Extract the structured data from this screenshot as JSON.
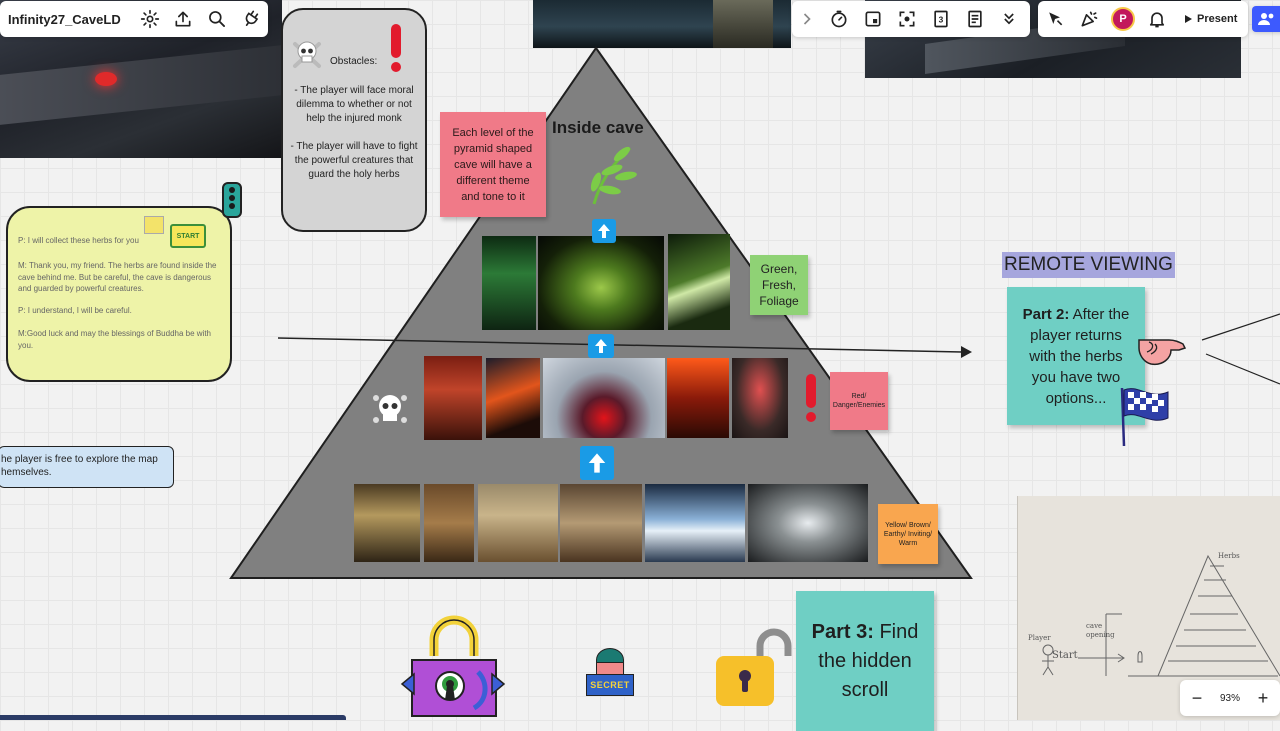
{
  "board": {
    "title": "Infinity27_CaveLD",
    "present_label": "Present",
    "avatar_initial": "P",
    "zoom_level": "93%",
    "zoom_out_label": "−",
    "zoom_in_label": "+"
  },
  "obstacles": {
    "heading": "Obstacles:",
    "point_1": "- The player will face moral dilemma to whether or not help the injured monk",
    "point_2": "- The player will have to fight the powerful creatures that guard the holy herbs"
  },
  "dialogue": {
    "line_1": "P: I will collect these herbs for you",
    "line_2": "M: Thank you, my friend. The herbs are found inside the cave behind me. But be careful, the cave is dangerous and guarded by powerful creatures.",
    "line_3": "P: I understand, I will be careful.",
    "line_4": "M:Good luck and may the blessings of Buddha be with you.",
    "start_flag": "START"
  },
  "explore_note": {
    "text": "he player is free to explore the map\nhemselves."
  },
  "pyramid": {
    "title": "Inside cave",
    "pink_note": "Each level of the pyramid shaped cave will have a different theme and tone to it",
    "green_note": "Green, Fresh, Foliage",
    "red_note": "Red/ Danger/Enemies",
    "orange_note": "Yellow/ Brown/ Earthy/ Inviting/ Warm"
  },
  "remote": {
    "title": "REMOTE VIEWING",
    "part2_bold": "Part 2:",
    "part2_text": " After the player returns with the herbs you have two options..."
  },
  "part3": {
    "bold": "Part 3:",
    "text": " Find the hidden scroll"
  },
  "sketch": {
    "label_herbs": "Herbs",
    "label_cave_opening": "cave opening",
    "label_start": "Start",
    "label_player": "Player"
  },
  "secret_badge": "SECRET",
  "colors": {
    "pyramid_gray": "#7f7f7f",
    "sticky_pink": "#f07a88",
    "sticky_green": "#8fd275",
    "sticky_orange": "#f9a64f",
    "sticky_teal": "#6fcfc4",
    "sticky_lightyellow": "#eef3a8",
    "remote_highlight": "#a6a6dd",
    "arrow_blue": "#1a9be6",
    "present_blue": "#3d5afe"
  }
}
